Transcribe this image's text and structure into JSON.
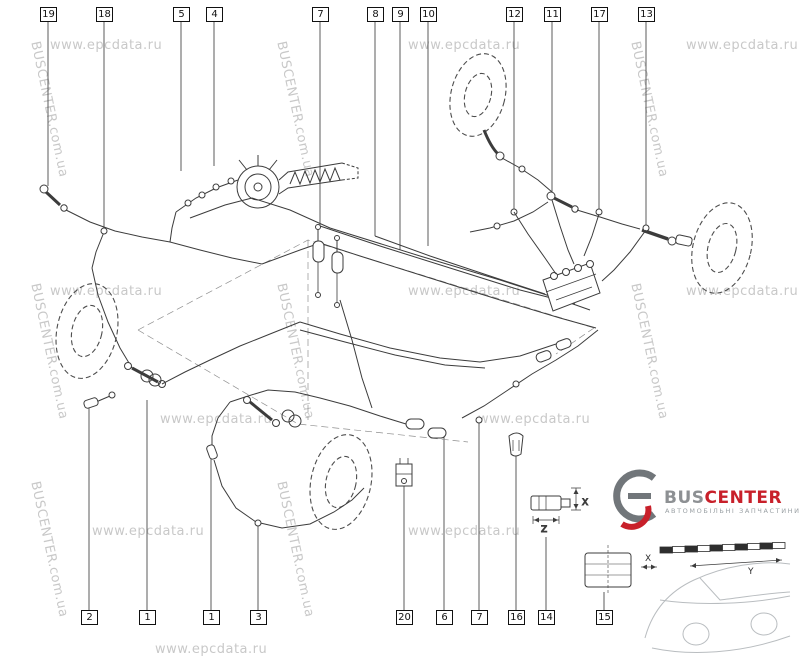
{
  "watermarks": {
    "vertical_text": "BUSCENTER.com.ua",
    "horizontal_text": "www.epcdata.ru"
  },
  "callouts": {
    "top": [
      {
        "label": "19"
      },
      {
        "label": "18"
      },
      {
        "label": "5"
      },
      {
        "label": "4"
      },
      {
        "label": "7"
      },
      {
        "label": "8"
      },
      {
        "label": "9"
      },
      {
        "label": "10"
      },
      {
        "label": "12"
      },
      {
        "label": "11"
      },
      {
        "label": "17"
      },
      {
        "label": "13"
      }
    ],
    "bottom": [
      {
        "label": "2"
      },
      {
        "label": "1"
      },
      {
        "label": "1"
      },
      {
        "label": "3"
      },
      {
        "label": "20"
      },
      {
        "label": "6"
      },
      {
        "label": "7"
      },
      {
        "label": "16"
      },
      {
        "label": "14"
      },
      {
        "label": "15"
      }
    ]
  },
  "dimensions": {
    "detail_x": "X",
    "detail_z": "Z",
    "car_x": "X",
    "car_y": "Y"
  },
  "logo": {
    "bus": "BUS",
    "center": "CENTER",
    "tagline": "АВТОМОБІЛЬНІ ЗАПЧАСТИНИ"
  },
  "colors": {
    "accent_red": "#c8202a",
    "logo_gray": "#8d9093",
    "watermark_gray": "#c3c3c3",
    "line_dark": "#3c3c3c"
  }
}
